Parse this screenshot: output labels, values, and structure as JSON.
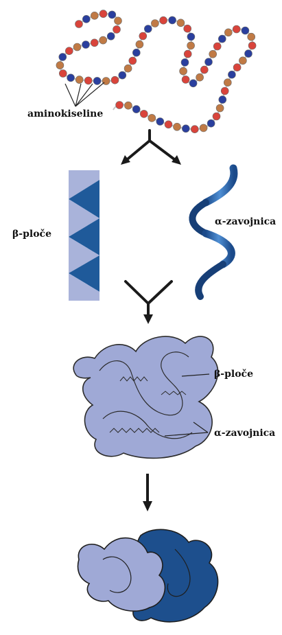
{
  "labels": {
    "amino_acids": "aminokiseline",
    "beta_sheet_left": "β-ploče",
    "alpha_helix_right": "α-zavojnica",
    "beta_sheet_tertiary": "β-ploče",
    "alpha_helix_tertiary": "α-zavojnica"
  },
  "colors": {
    "bead_palette": [
      "#d9443b",
      "#2f9fd6",
      "#e96fa0",
      "#2a3f9e",
      "#f3c61e",
      "#5bb55a",
      "#c07a45",
      "#b87ed1",
      "#a0a0a0"
    ],
    "beta_light": "#a9b3da",
    "beta_dark": "#1f5a9a",
    "helix": "#2f6cb3",
    "tertiary_fill": "#9fa9d6",
    "quaternary_dark": "#1d4f8d",
    "arrow": "#1a1a1a"
  },
  "icons": [
    "amino-acid-chain",
    "beta-sheet",
    "alpha-helix",
    "tertiary-fold",
    "quaternary-complex"
  ]
}
